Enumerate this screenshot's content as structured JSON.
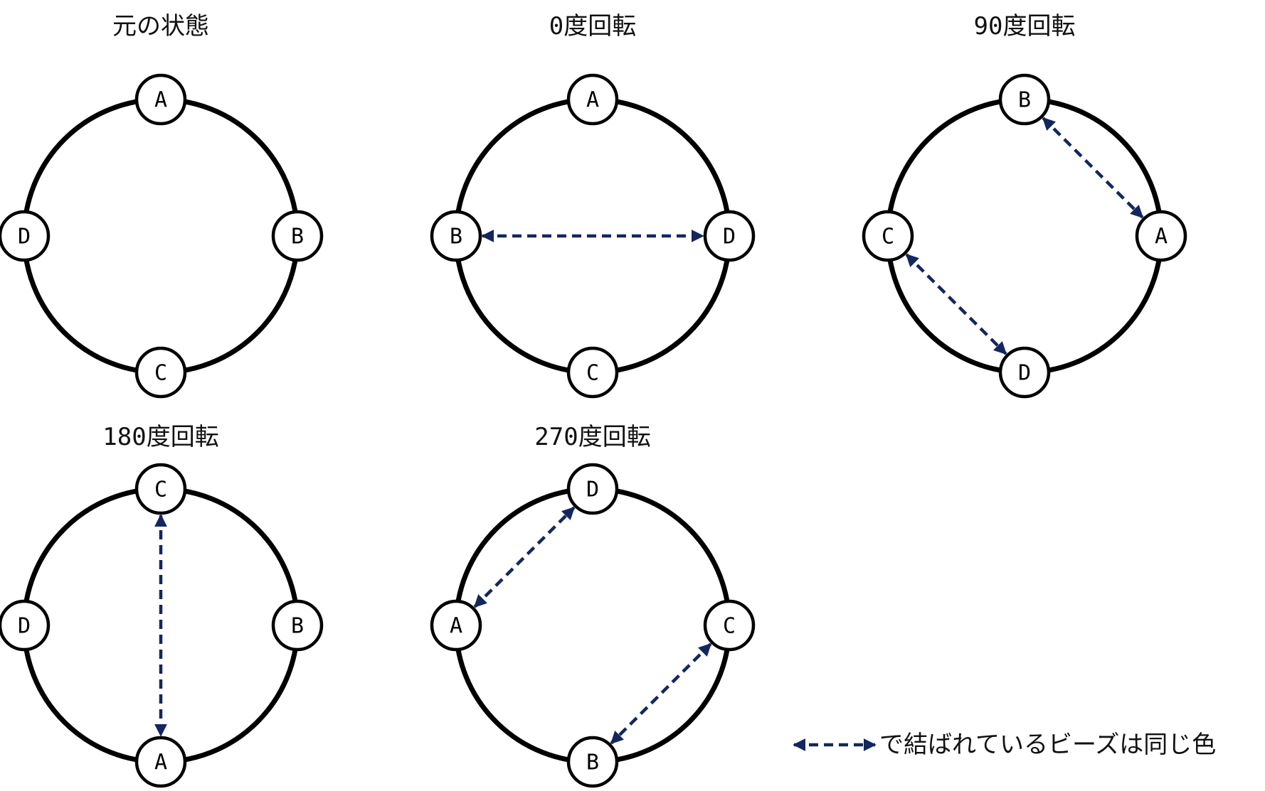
{
  "colors": {
    "ring": "#000000",
    "bead_fill": "#ffffff",
    "link": "#13275e"
  },
  "panels": [
    {
      "title": "元の状態",
      "beads": {
        "top": "A",
        "right": "B",
        "bottom": "C",
        "left": "D"
      },
      "links": []
    },
    {
      "title": "0度回転",
      "beads": {
        "top": "A",
        "right": "D",
        "bottom": "C",
        "left": "B"
      },
      "links": [
        [
          "left",
          "right"
        ]
      ]
    },
    {
      "title": "90度回転",
      "beads": {
        "top": "B",
        "right": "A",
        "bottom": "D",
        "left": "C"
      },
      "links": [
        [
          "top",
          "right"
        ],
        [
          "left",
          "bottom"
        ]
      ]
    },
    {
      "title": "180度回転",
      "beads": {
        "top": "C",
        "right": "B",
        "bottom": "A",
        "left": "D"
      },
      "links": [
        [
          "top",
          "bottom"
        ]
      ]
    },
    {
      "title": "270度回転",
      "beads": {
        "top": "D",
        "right": "C",
        "bottom": "B",
        "left": "A"
      },
      "links": [
        [
          "left",
          "top"
        ],
        [
          "right",
          "bottom"
        ]
      ]
    }
  ],
  "legend": {
    "text": "で結ばれているビーズは同じ色",
    "icon": "double-headed-dashed-arrow-icon"
  }
}
